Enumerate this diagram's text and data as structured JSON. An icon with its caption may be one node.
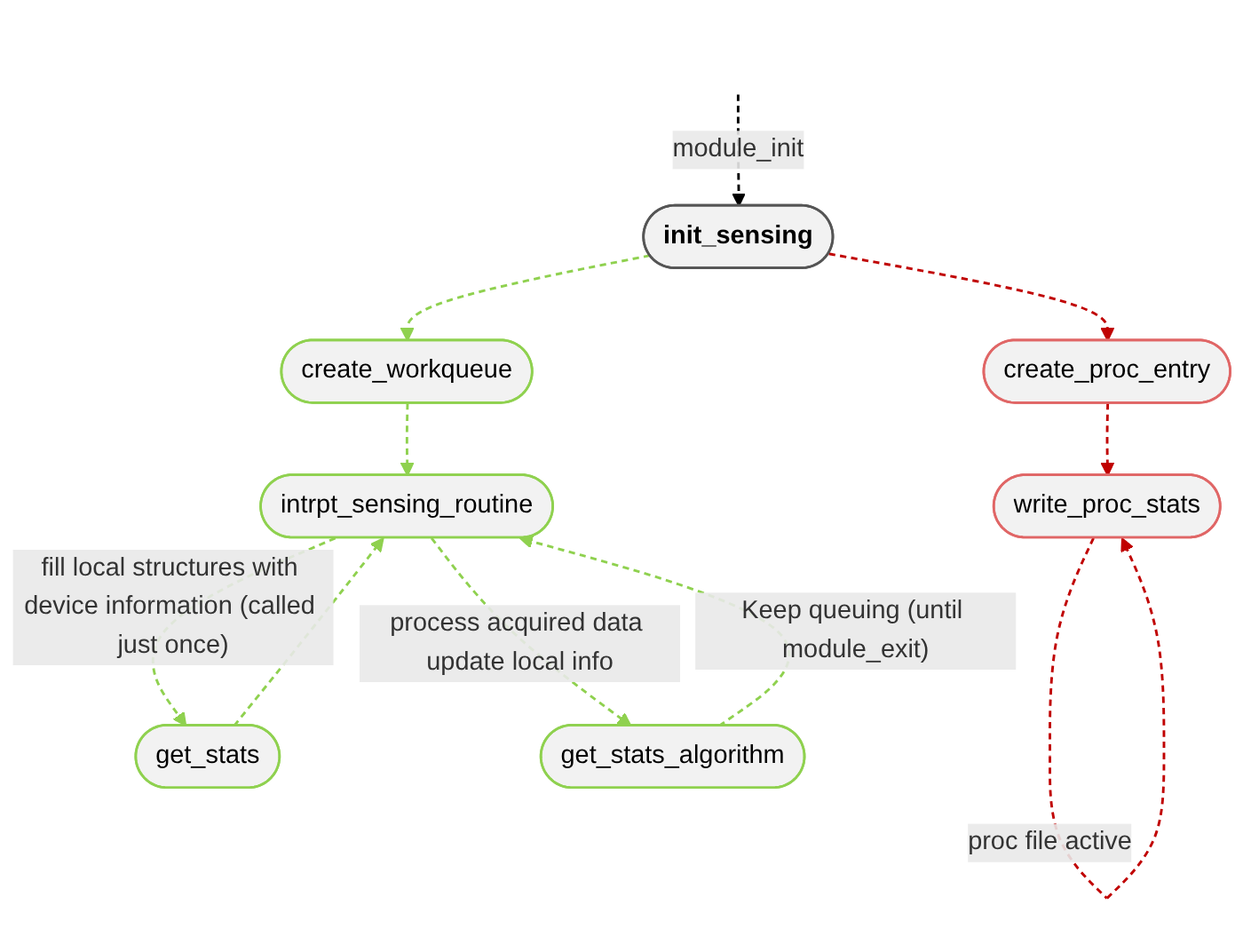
{
  "diagram": {
    "nodes": [
      {
        "text": [
          "init_sensing"
        ]
      },
      {
        "text": [
          "create_workqueue"
        ]
      },
      {
        "text": [
          "create_proc_entry"
        ]
      },
      {
        "text": [
          "intrpt_sensing_routine"
        ]
      },
      {
        "text": [
          "write_proc_stats"
        ]
      },
      {
        "text": [
          "get_stats"
        ]
      },
      {
        "text": [
          "get_stats_algorithm"
        ]
      }
    ],
    "edges": [
      {
        "from": null,
        "to": 0,
        "arrow": "to",
        "label": "module_init",
        "style": "dashed",
        "color": "#000000"
      },
      {
        "from": 0,
        "to": 1,
        "arrow": "to",
        "style": "dashed"
      },
      {
        "from": 0,
        "to": 2,
        "arrow": "to",
        "style": "dashed",
        "color": "#c00000"
      },
      {
        "from": 1,
        "to": 3,
        "arrow": "to",
        "style": "dashed"
      },
      {
        "from": 2,
        "to": 4,
        "arrow": "to",
        "style": "dashed",
        "color": "#c00000"
      },
      {
        "from": 4,
        "to": 4,
        "arrow": "to",
        "label": "proc file active",
        "style": "dashed",
        "color": "#c00000"
      },
      {
        "from": 3,
        "to": 5,
        "arrow": "to",
        "label": "fill local structures with device information (called just once)",
        "style": "dashed"
      },
      {
        "from": 5,
        "to": 3,
        "arrow": "to",
        "style": "dashed"
      },
      {
        "from": 3,
        "to": 6,
        "arrow": "to",
        "label": "process acquired data update local info",
        "style": "dashed"
      },
      {
        "from": 6,
        "to": 3,
        "arrow": "to",
        "label": "Keep queuing (until module_exit)",
        "style": "dashed"
      }
    ]
  }
}
